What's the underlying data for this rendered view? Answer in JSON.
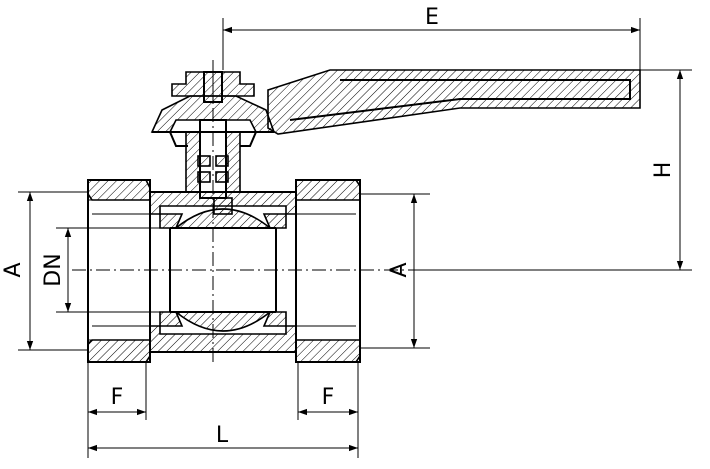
{
  "diagram": {
    "dimensions": {
      "E": "E",
      "H": "H",
      "A_left": "A",
      "DN": "DN",
      "A_right": "A",
      "F_left": "F",
      "F_right": "F",
      "L": "L"
    }
  }
}
